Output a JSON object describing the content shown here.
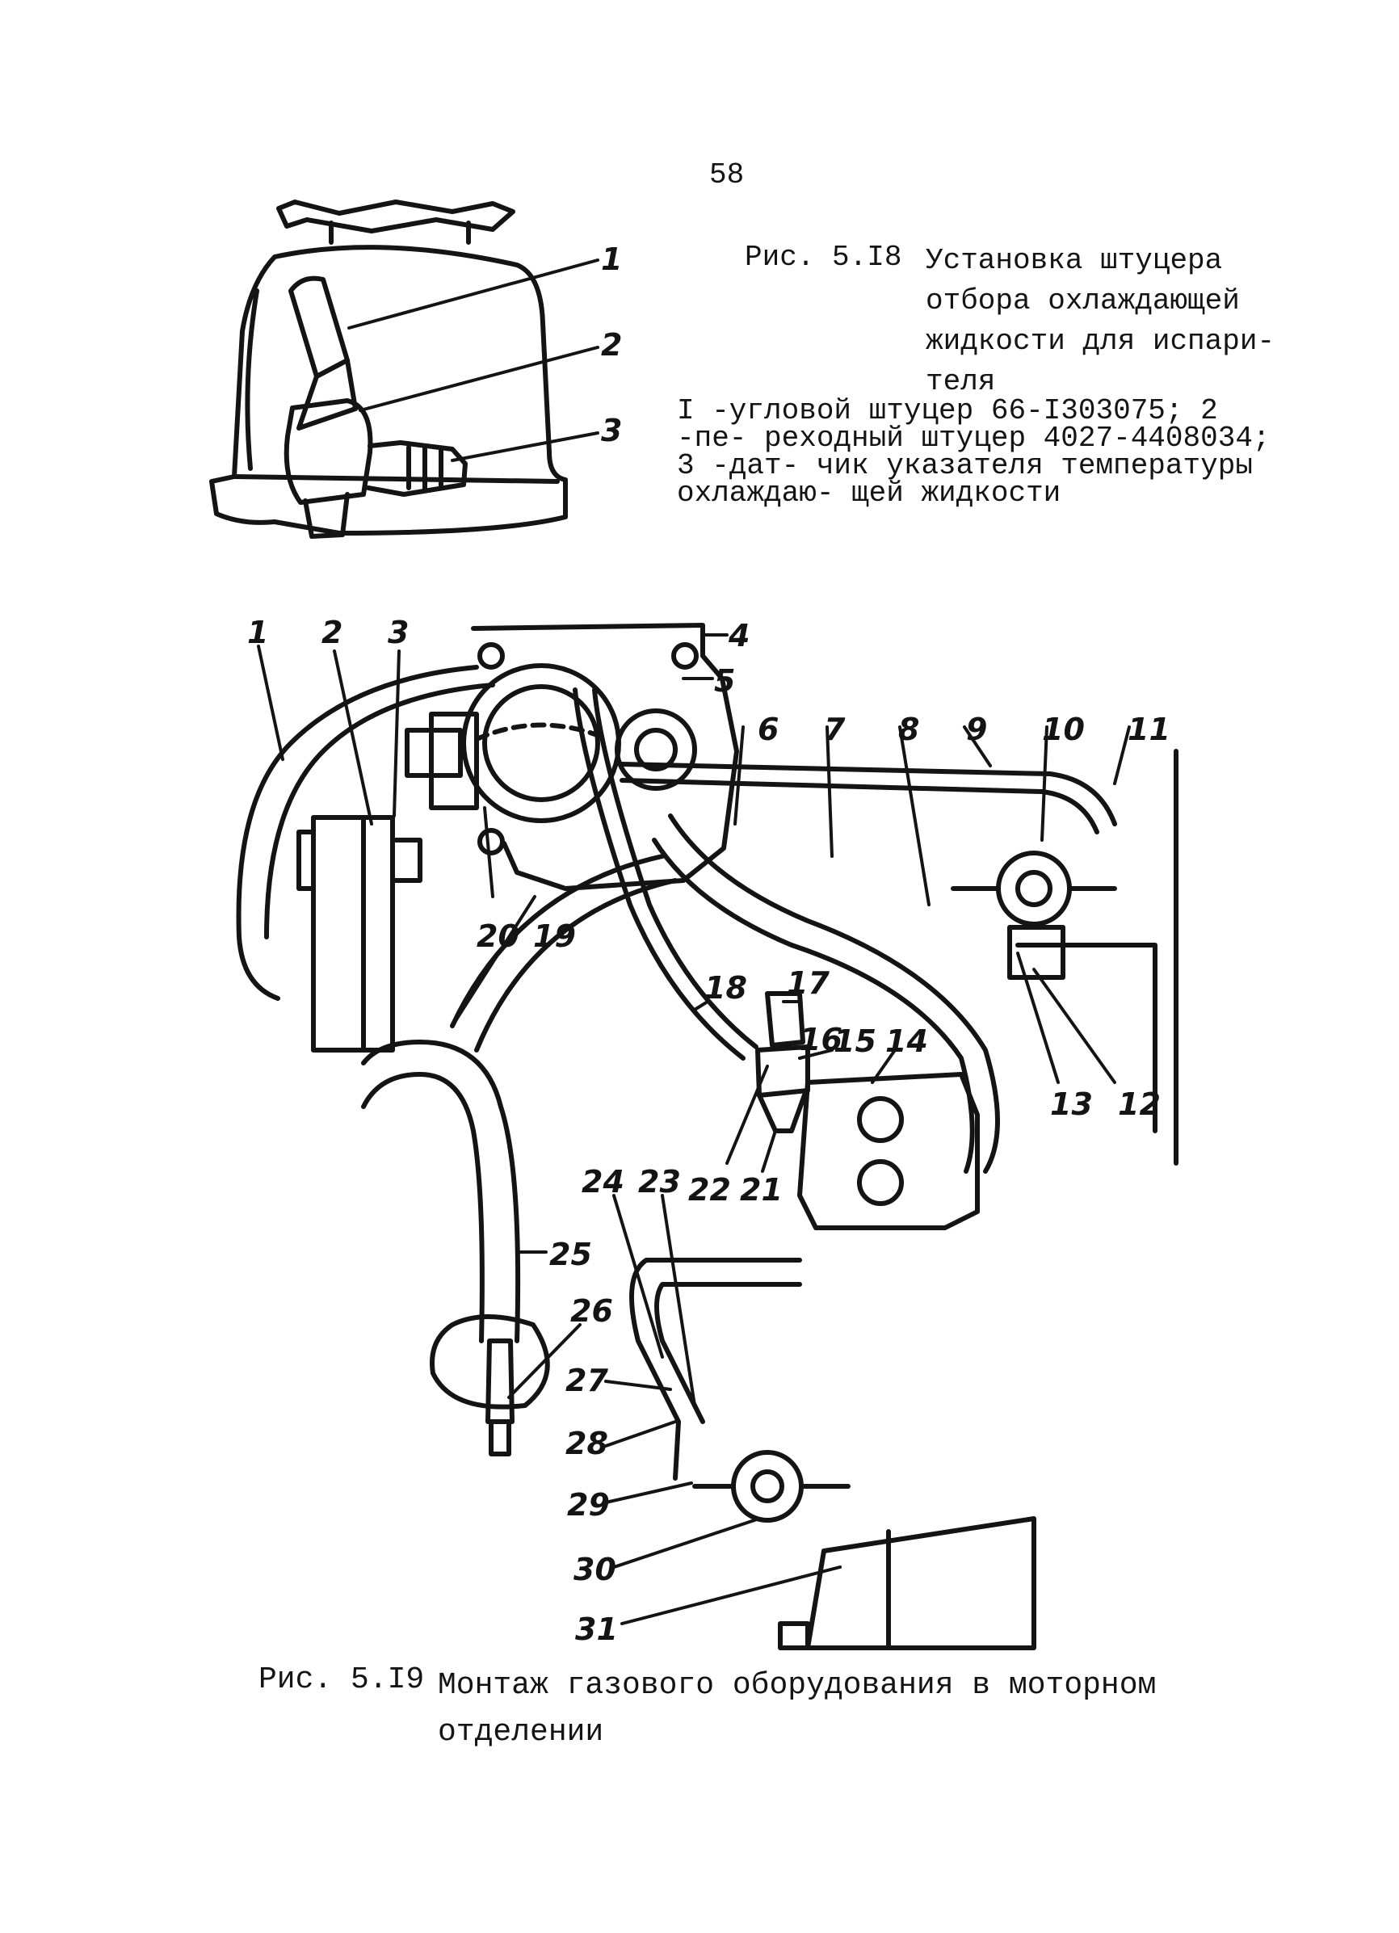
{
  "page": {
    "number": "58"
  },
  "figure_5_18": {
    "label": "Рис. 5.I8",
    "title": "Установка штуцера отбора охлаждающей жидкости для испари- теля",
    "legend": "I -угловой штуцер 66-I303075; 2 -пе- реходный штуцер 4027-4408034; 3 -дат- чик указателя температуры охлаждаю- щей жидкости",
    "callouts": [
      "1",
      "2",
      "3"
    ]
  },
  "figure_5_19": {
    "label": "Рис. 5.I9",
    "title": "Монтаж газового оборудования в моторном отделении",
    "callouts": [
      "1",
      "2",
      "3",
      "4",
      "5",
      "6",
      "7",
      "8",
      "9",
      "10",
      "11",
      "12",
      "13",
      "14",
      "15",
      "16",
      "17",
      "18",
      "19",
      "20",
      "21",
      "22",
      "23",
      "24",
      "25",
      "26",
      "27",
      "28",
      "29",
      "30",
      "31"
    ]
  }
}
